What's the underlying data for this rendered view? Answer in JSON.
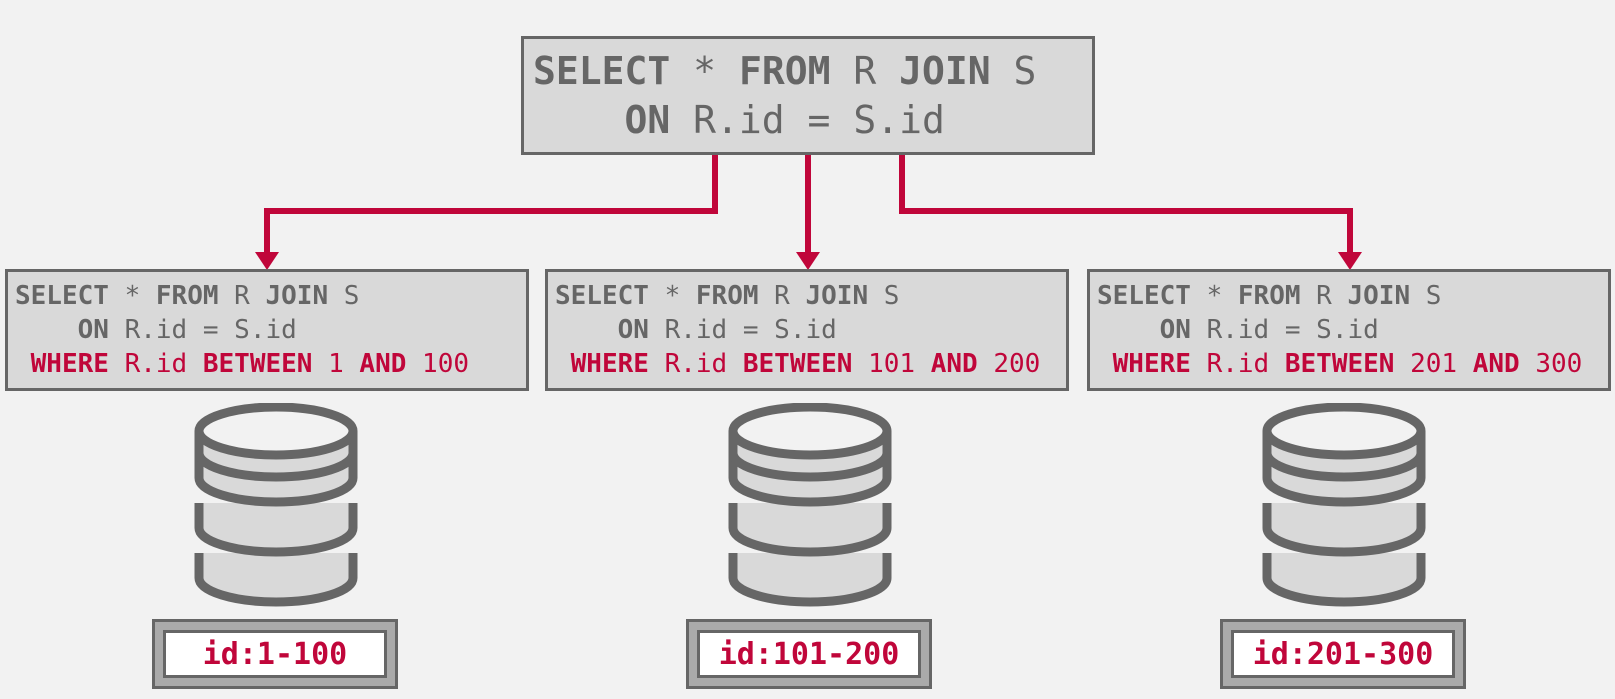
{
  "top_query": {
    "select": "SELECT",
    "star": "*",
    "from": "FROM",
    "r": "R",
    "join": "JOIN",
    "s": "S",
    "on": "ON",
    "cond": "R.id = S.id"
  },
  "sub_queries": [
    {
      "select": "SELECT",
      "star": "*",
      "from": "FROM",
      "r": "R",
      "join": "JOIN",
      "s": "S",
      "on": "ON",
      "cond": "R.id = S.id",
      "where": "WHERE",
      "rid": "R.id",
      "between": "BETWEEN",
      "lo": "1",
      "and": "AND",
      "hi": "100"
    },
    {
      "select": "SELECT",
      "star": "*",
      "from": "FROM",
      "r": "R",
      "join": "JOIN",
      "s": "S",
      "on": "ON",
      "cond": "R.id = S.id",
      "where": "WHERE",
      "rid": "R.id",
      "between": "BETWEEN",
      "lo": "101",
      "and": "AND",
      "hi": "200"
    },
    {
      "select": "SELECT",
      "star": "*",
      "from": "FROM",
      "r": "R",
      "join": "JOIN",
      "s": "S",
      "on": "ON",
      "cond": "R.id = S.id",
      "where": "WHERE",
      "rid": "R.id",
      "between": "BETWEEN",
      "lo": "201",
      "and": "AND",
      "hi": "300"
    }
  ],
  "partitions": [
    {
      "label": "id:1-100",
      "icon": "database-icon"
    },
    {
      "label": "id:101-200",
      "icon": "database-icon"
    },
    {
      "label": "id:201-300",
      "icon": "database-icon"
    }
  ],
  "colors": {
    "accent": "#c0063a",
    "gray": "#666666",
    "box_fill": "#d9d9d9",
    "background": "#f2f2f2"
  }
}
